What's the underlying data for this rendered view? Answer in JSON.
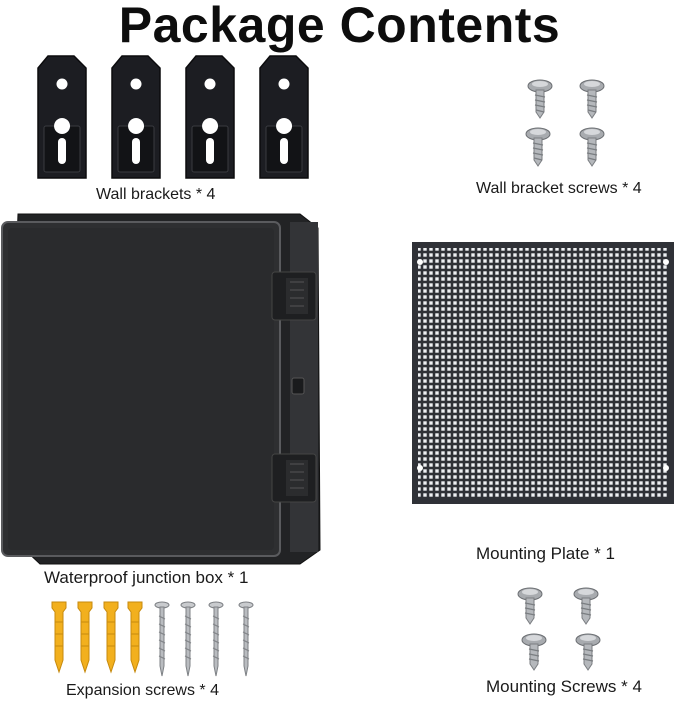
{
  "title": "Package Contents",
  "items": {
    "wall_brackets": {
      "label": "Wall brackets * 4"
    },
    "wall_bracket_screws": {
      "label": "Wall bracket screws * 4"
    },
    "junction_box": {
      "label": "Waterproof junction box * 1"
    },
    "mounting_plate": {
      "label": "Mounting Plate * 1"
    },
    "expansion_screws": {
      "label": "Expansion screws * 4"
    },
    "mounting_screws": {
      "label": "Mounting Screws * 4"
    }
  },
  "colors": {
    "bracket": "#1c1d22",
    "box_body": "#2b2c2e",
    "plate": "#2f3137",
    "anchor": "#f2b01e",
    "screw_metal": "#b9bcc0"
  },
  "icons": {
    "bracket": "wall-bracket-icon",
    "screw": "screw-icon",
    "anchor": "plastic-anchor-icon"
  }
}
